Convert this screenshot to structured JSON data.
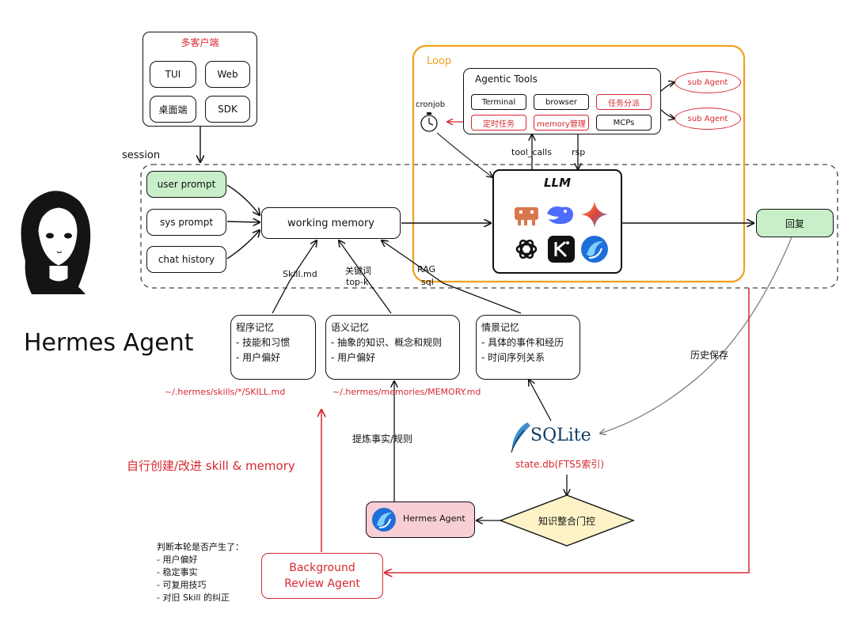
{
  "title": "Hermes Agent",
  "clients": {
    "title": "多客户端",
    "items": [
      "TUI",
      "Web",
      "桌面端",
      "SDK"
    ]
  },
  "session_label": "session",
  "prompts": {
    "user": "user prompt",
    "sys": "sys prompt",
    "history": "chat history"
  },
  "working_memory": "working memory",
  "loop": {
    "label": "Loop",
    "tools_title": "Agentic Tools",
    "tools": [
      "Terminal",
      "browser",
      "任务分派",
      "定时任务",
      "memory管理",
      "MCPs"
    ],
    "sub_agents": [
      "sub Agent",
      "sub Agent"
    ],
    "cronjob": "cronjob",
    "tool_calls": "tool_calls",
    "rsp": "rsp",
    "llm": "LLM"
  },
  "reply": "回复",
  "edge_labels": {
    "skill_md": "Skill.md",
    "keywords": "关键词",
    "topk": "top-k",
    "rag": "RAG",
    "sql": "sql",
    "history_save": "历史保存",
    "distill": "提炼事实/规则"
  },
  "memories": {
    "procedural": {
      "title": "程序记忆",
      "lines": [
        "- 技能和习惯",
        "- 用户偏好"
      ],
      "path": "~/.hermes/skills/*/SKILL.md"
    },
    "semantic": {
      "title": "语义记忆",
      "lines": [
        "- 抽象的知识、概念和规则",
        "- 用户偏好"
      ],
      "path": "~/.hermes/memories/MEMORY.md"
    },
    "episodic": {
      "title": "情景记忆",
      "lines": [
        "- 具体的事件和经历",
        "- 时间序列关系"
      ]
    }
  },
  "sqlite": {
    "name": "SQLite",
    "db": "state.db(FTS5索引)"
  },
  "gate": "知识整合门控",
  "hermes_agent_box": "Hermes Agent",
  "self_improve": "自行创建/改进 skill & memory",
  "review_agent": {
    "line1": "Background",
    "line2": "Review Agent"
  },
  "judge": {
    "title": "判断本轮是否产生了：",
    "items": [
      "- 用户偏好",
      "- 稳定事实",
      "- 可复用技巧",
      "- 对旧 Skill 的纠正"
    ]
  },
  "colors": {
    "loop": "#f0a01e",
    "red": "#d8282f",
    "green_fill": "#c8efc8",
    "pink_fill": "#f7cfd4",
    "yellow_fill": "#fdf3c7"
  },
  "icons": [
    "anthropic-icon",
    "deepseek-icon",
    "gemini-icon",
    "openai-icon",
    "kimi-icon",
    "hermes-icon",
    "girl-avatar",
    "sqlite-feather-icon",
    "stopwatch-icon"
  ]
}
